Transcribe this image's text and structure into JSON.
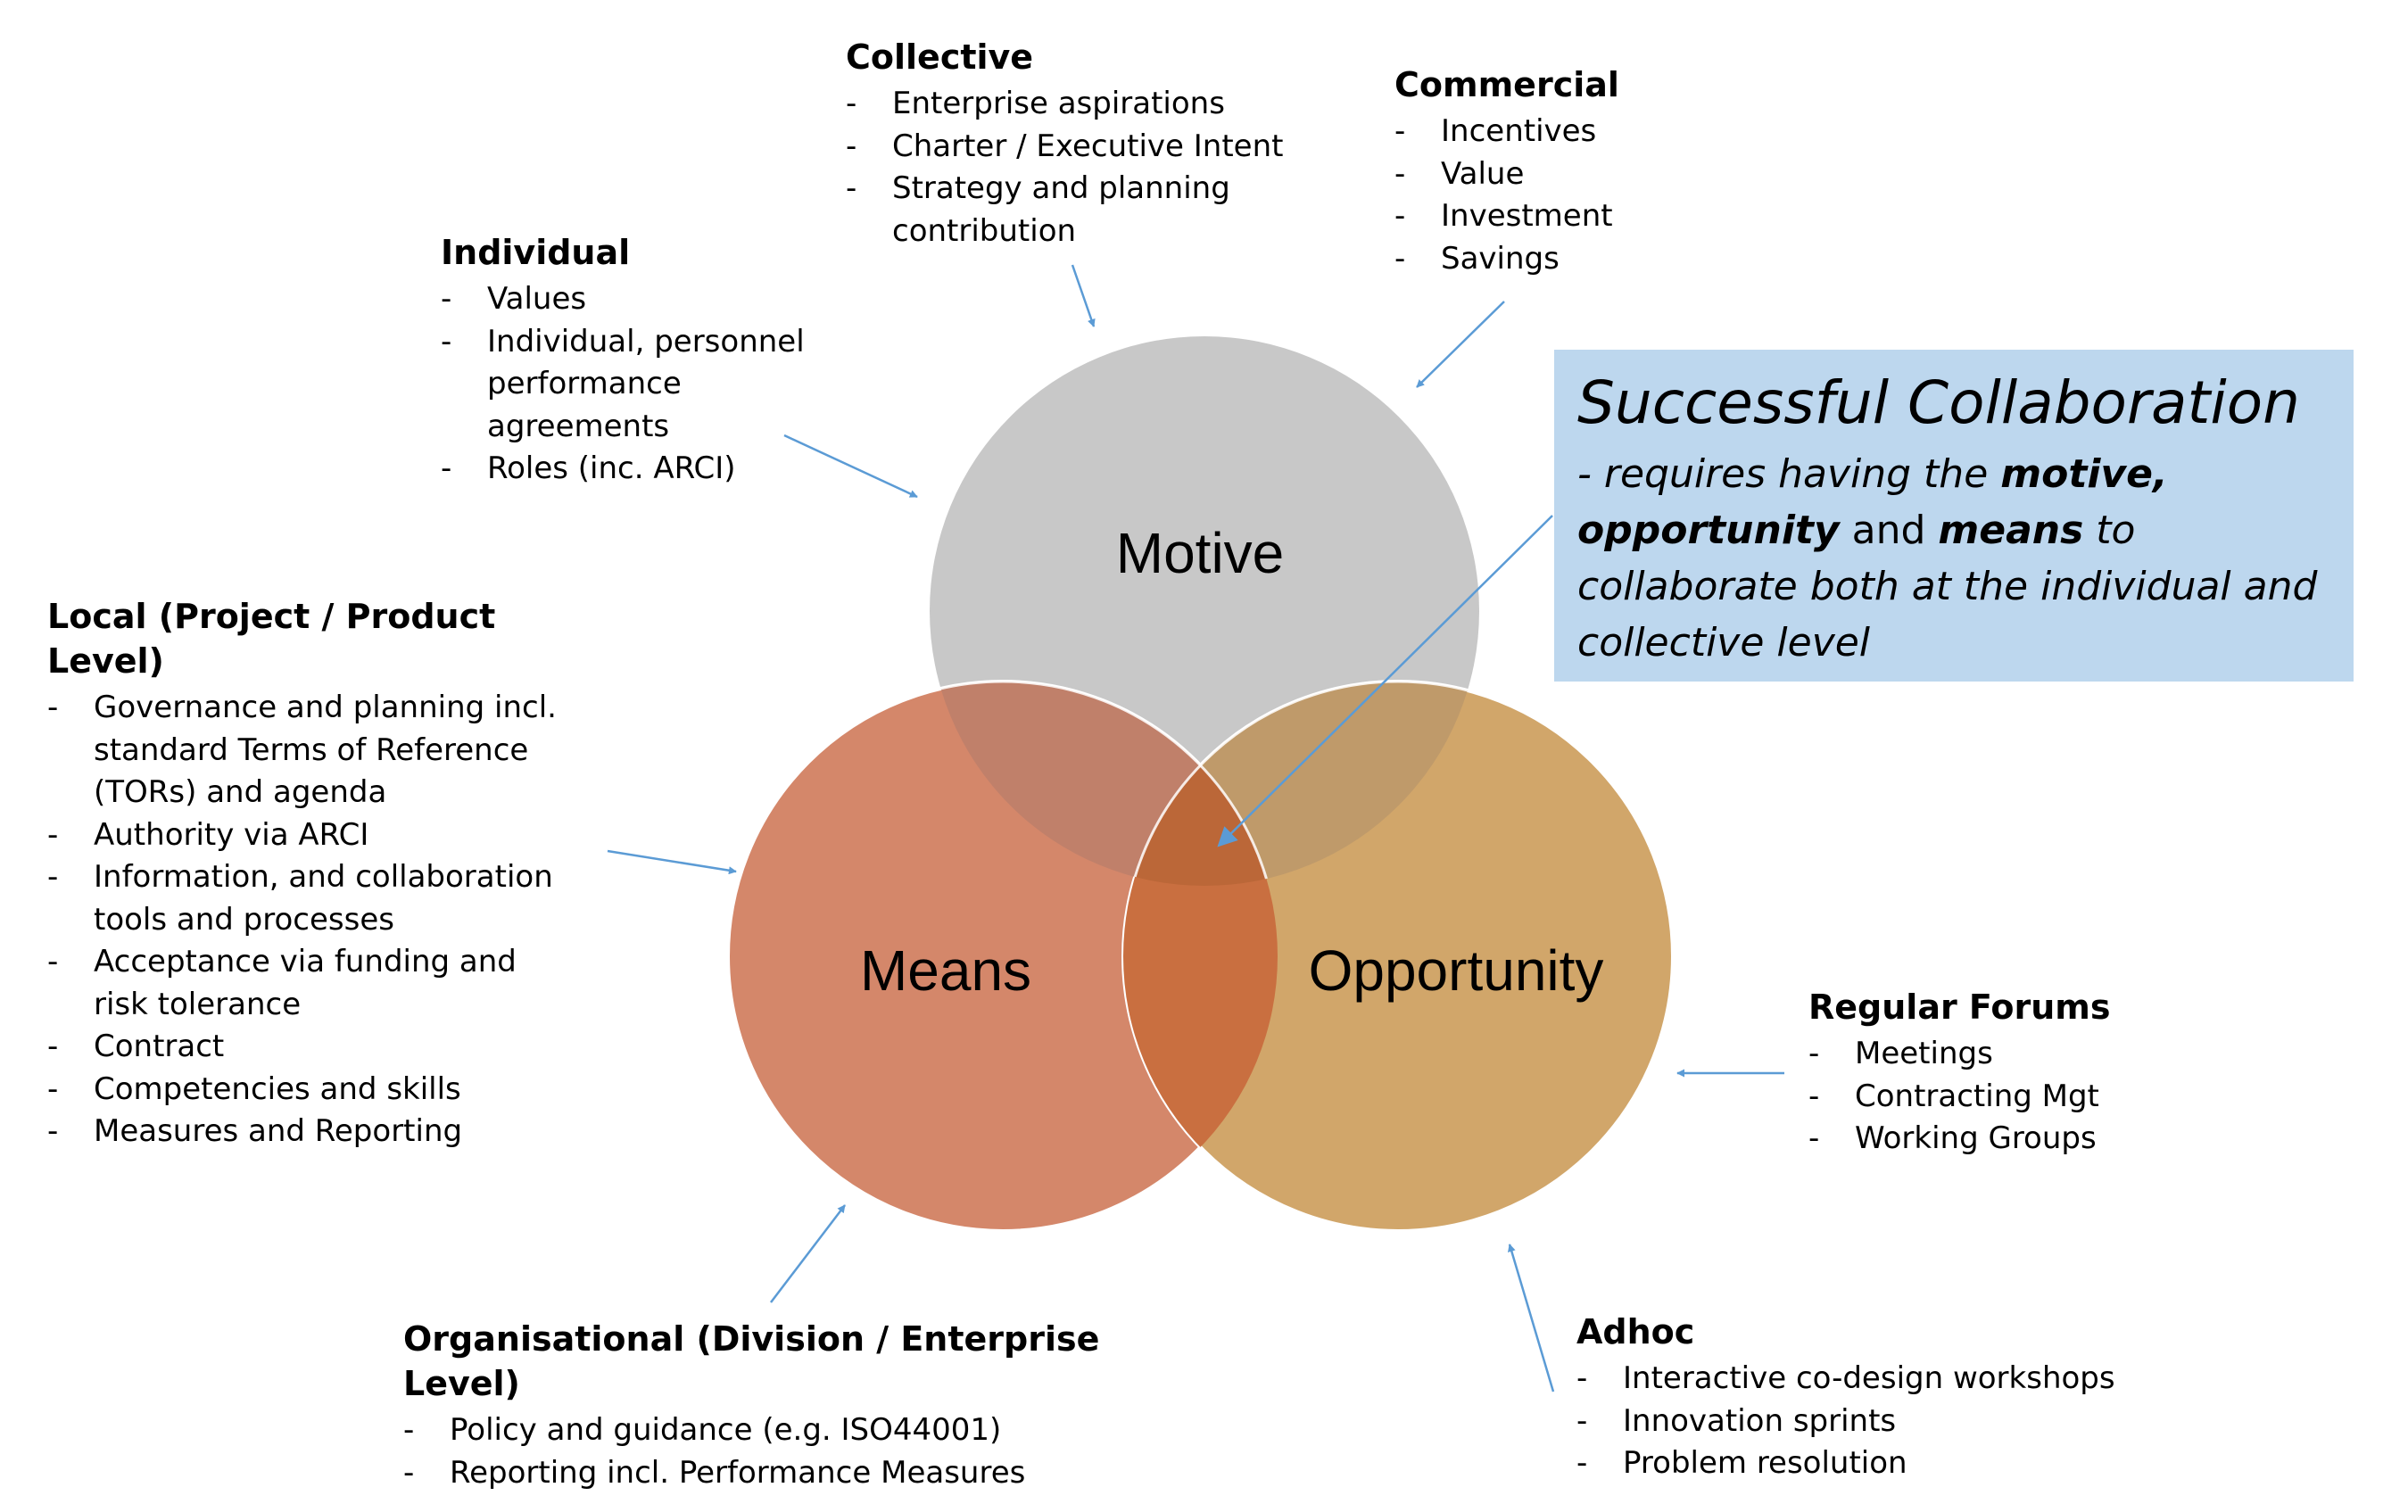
{
  "circles": {
    "motive": {
      "label": "Motive",
      "color": "#c8c8c8"
    },
    "means": {
      "label": "Means",
      "color": "#d4876a"
    },
    "opportunity": {
      "label": "Opportunity",
      "color": "#d1a66a"
    },
    "overlap_color": "#c0683e"
  },
  "callout": {
    "title": "Successful Collaboration",
    "body_1": "- requires having the ",
    "body_bold_1": "motive, opportunity",
    "body_2": " and ",
    "body_bold_2": "means",
    "body_3": " to collaborate both at the individual and collective level",
    "background": "#bdd7ee"
  },
  "groups": {
    "collective": {
      "title": "Collective",
      "items": [
        "Enterprise aspirations",
        "Charter / Executive Intent",
        "Strategy and planning contribution"
      ]
    },
    "commercial": {
      "title": "Commercial",
      "items": [
        "Incentives",
        "Value",
        "Investment",
        "Savings"
      ]
    },
    "individual": {
      "title": "Individual",
      "items": [
        "Values",
        "Individual, personnel performance agreements",
        "Roles (inc. ARCI)"
      ]
    },
    "local": {
      "title": "Local (Project / Product Level)",
      "items": [
        "Governance and planning incl. standard Terms of Reference (TORs) and agenda",
        "Authority via ARCI",
        "Information, and collaboration tools and processes",
        "Acceptance via funding and risk tolerance",
        "Contract",
        "Competencies and skills",
        "Measures and Reporting"
      ]
    },
    "regular": {
      "title": "Regular Forums",
      "items": [
        "Meetings",
        "Contracting Mgt",
        "Working Groups"
      ]
    },
    "organisational": {
      "title": "Organisational (Division / Enterprise Level)",
      "items": [
        "Policy and guidance (e.g. ISO44001)",
        "Reporting incl. Performance Measures"
      ]
    },
    "adhoc": {
      "title": "Adhoc",
      "items": [
        "Interactive co-design workshops",
        "Innovation sprints",
        "Problem resolution"
      ]
    }
  },
  "arrow_color": "#5b9bd5"
}
